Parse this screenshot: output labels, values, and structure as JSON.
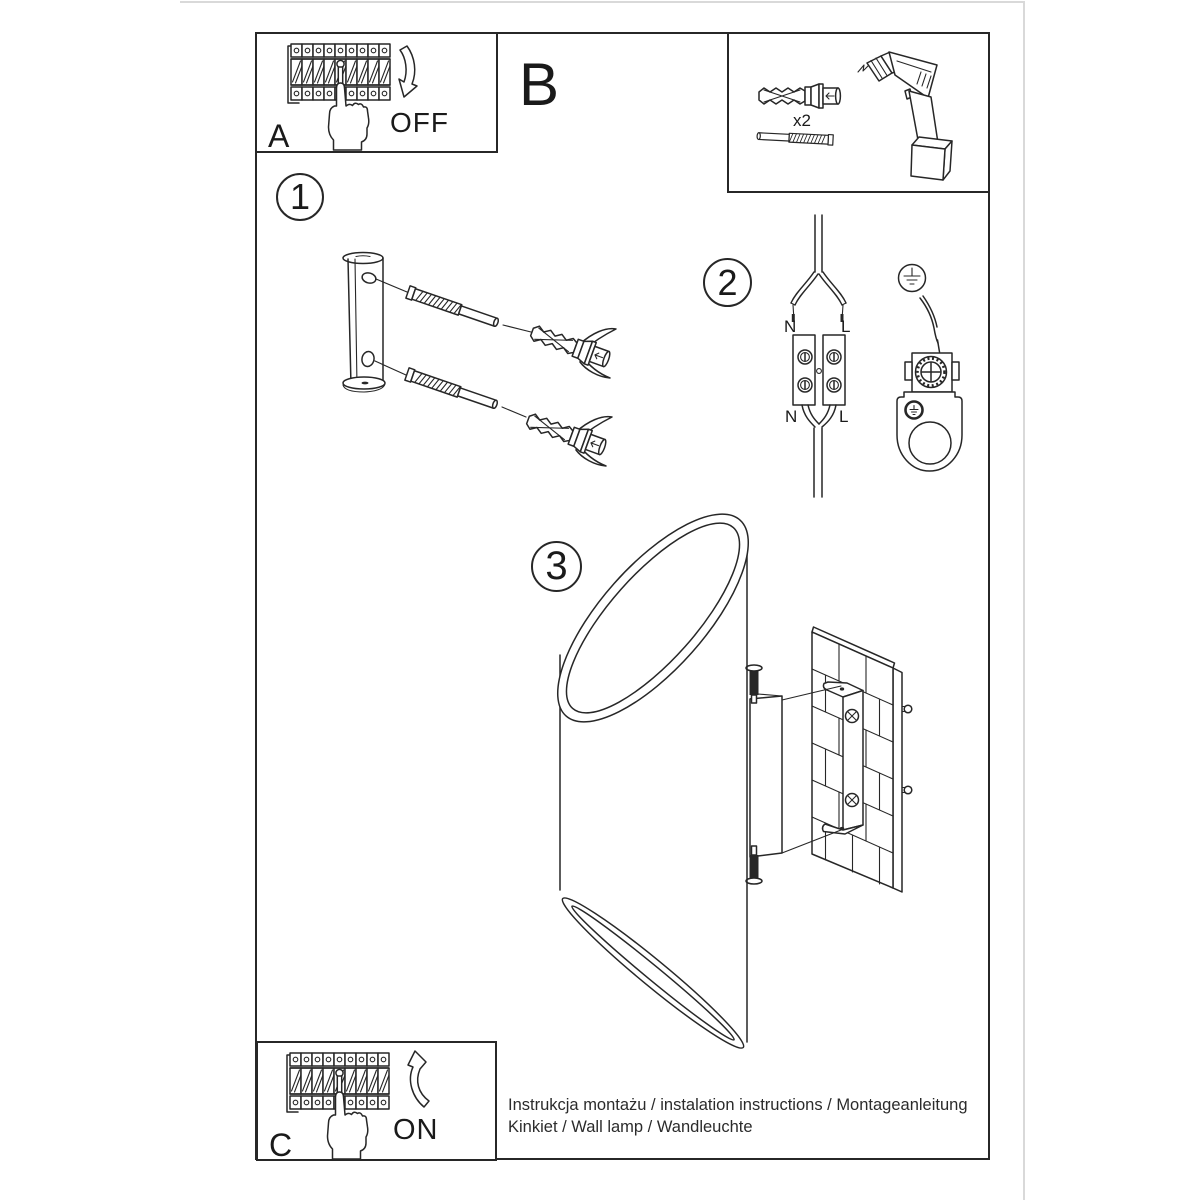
{
  "colors": {
    "line": "#272727",
    "text": "#1a1a1a",
    "page_edge": "#d9d9d9",
    "background": "#ffffff"
  },
  "section_label": "B",
  "power_off_box": {
    "label": "A",
    "action": "OFF",
    "icons": [
      "circuit-breaker-panel",
      "pressing-hand",
      "curved-arrow-down"
    ]
  },
  "tools_box": {
    "anchor_quantity": "x2",
    "icons": [
      "wall-plug",
      "mounting-screw",
      "cordless-drill"
    ]
  },
  "steps": {
    "step1": {
      "number": "1",
      "icons": [
        "mounting-bracket",
        "screw",
        "wall-plug"
      ]
    },
    "step2": {
      "number": "2",
      "labels": {
        "top_left": "N",
        "top_right": "L",
        "bottom_left": "N",
        "bottom_right": "L"
      },
      "icons": [
        "mains-cable",
        "terminal-block",
        "earth-symbol",
        "earth-terminal"
      ]
    },
    "step3": {
      "number": "3",
      "icons": [
        "wall-lamp",
        "mounting-bracket",
        "brick-wall"
      ]
    }
  },
  "power_on_box": {
    "label": "C",
    "action": "ON",
    "icons": [
      "circuit-breaker-panel",
      "pressing-hand",
      "curved-arrow-up"
    ]
  },
  "footer": {
    "line1": "Instrukcja montażu / instalation instructions / Montageanleitung",
    "line2": "Kinkiet / Wall lamp / Wandleuchte"
  }
}
